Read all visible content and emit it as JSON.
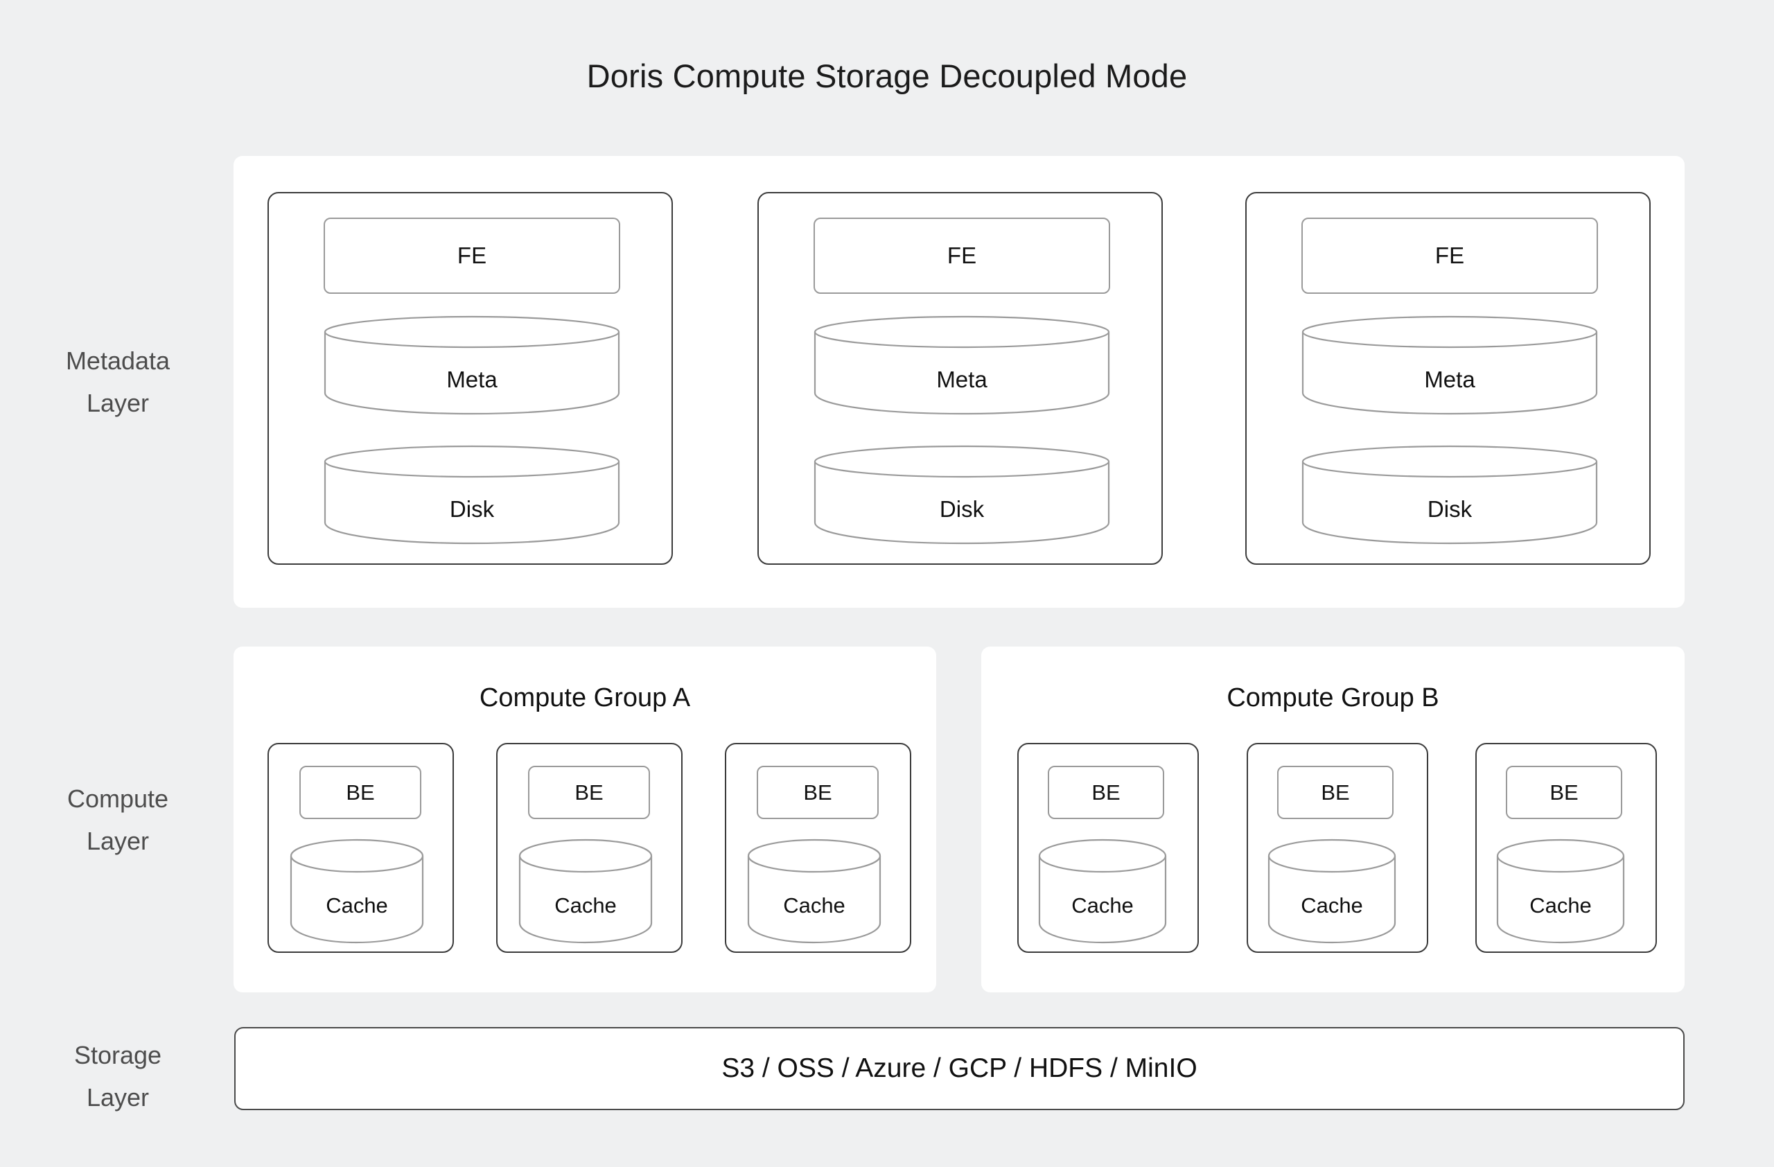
{
  "title": "Doris Compute Storage Decoupled Mode",
  "colors": {
    "background": "#eff0f1",
    "panel": "#ffffff",
    "node_border": "#3b3b3b",
    "inner_border": "#9a9a9a",
    "label_text": "#4d4d4d",
    "body_text": "#111111"
  },
  "layers": {
    "metadata": {
      "line1": "Metadata",
      "line2": "Layer"
    },
    "compute": {
      "line1": "Compute",
      "line2": "Layer"
    },
    "storage": {
      "line1": "Storage",
      "line2": "Layer"
    }
  },
  "metadata_layer": {
    "nodes": [
      {
        "process": "FE",
        "stores": [
          {
            "label": "Meta"
          },
          {
            "label": "Disk"
          }
        ]
      },
      {
        "process": "FE",
        "stores": [
          {
            "label": "Meta"
          },
          {
            "label": "Disk"
          }
        ]
      },
      {
        "process": "FE",
        "stores": [
          {
            "label": "Meta"
          },
          {
            "label": "Disk"
          }
        ]
      }
    ]
  },
  "compute_layer": {
    "groups": [
      {
        "title": "Compute Group A",
        "nodes": [
          {
            "process": "BE",
            "store": "Cache"
          },
          {
            "process": "BE",
            "store": "Cache"
          },
          {
            "process": "BE",
            "store": "Cache"
          }
        ]
      },
      {
        "title": "Compute Group B",
        "nodes": [
          {
            "process": "BE",
            "store": "Cache"
          },
          {
            "process": "BE",
            "store": "Cache"
          },
          {
            "process": "BE",
            "store": "Cache"
          }
        ]
      }
    ]
  },
  "storage_layer": {
    "backends_label": "S3 / OSS / Azure / GCP / HDFS / MinIO",
    "backends": [
      "S3",
      "OSS",
      "Azure",
      "GCP",
      "HDFS",
      "MinIO"
    ]
  }
}
